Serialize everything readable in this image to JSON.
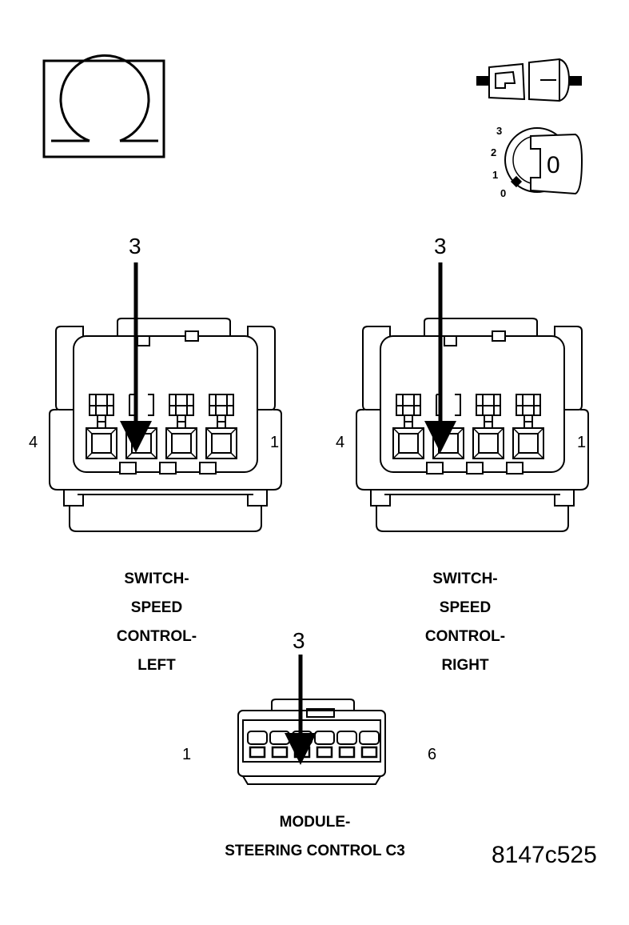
{
  "meter_symbol": {
    "glyph": "Ω",
    "icon": "ohmmeter-icon"
  },
  "ignition_key": {
    "icons": [
      "connector-disconnected-icon",
      "ignition-key-icon"
    ],
    "positions": [
      "3",
      "2",
      "1",
      "0"
    ],
    "key_label": "0"
  },
  "connectors": {
    "left": {
      "pin_callout": "3",
      "end_pin_left": "4",
      "end_pin_right": "1",
      "caption_lines": [
        "SWITCH-",
        "SPEED",
        "CONTROL-",
        "LEFT"
      ]
    },
    "right": {
      "pin_callout": "3",
      "end_pin_left": "4",
      "end_pin_right": "1",
      "caption_lines": [
        "SWITCH-",
        "SPEED",
        "CONTROL-",
        "RIGHT"
      ]
    },
    "module": {
      "pin_callout": "3",
      "end_pin_left": "1",
      "end_pin_right": "6",
      "caption_lines": [
        "MODULE-",
        "STEERING CONTROL C3"
      ]
    }
  },
  "figure_id": "8147c525"
}
